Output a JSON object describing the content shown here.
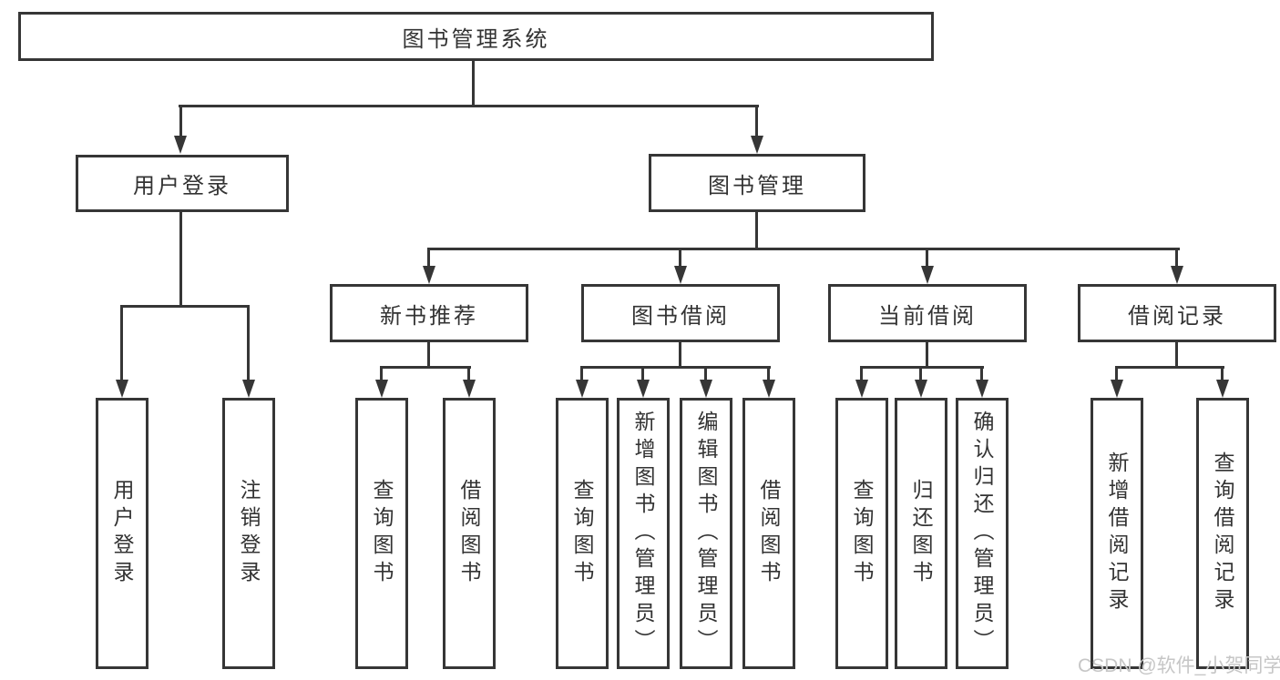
{
  "diagram": {
    "title": "图书管理系统",
    "root": {
      "label": "图书管理系统"
    },
    "level1": [
      {
        "id": "user-login",
        "label": "用户登录"
      },
      {
        "id": "book-management",
        "label": "图书管理"
      }
    ],
    "level2": [
      {
        "id": "new-book-recommend",
        "label": "新书推荐"
      },
      {
        "id": "book-borrow",
        "label": "图书借阅"
      },
      {
        "id": "current-borrow",
        "label": "当前借阅"
      },
      {
        "id": "borrow-records",
        "label": "借阅记录"
      }
    ],
    "leaves": {
      "user_login": [
        "用户登录",
        "注销登录"
      ],
      "new_book_recommend": [
        "查询图书",
        "借阅图书"
      ],
      "book_borrow": [
        "查询图书",
        "新增图书（管理员）",
        "编辑图书（管理员）",
        "借阅图书"
      ],
      "current_borrow": [
        "查询图书",
        "归还图书",
        "确认归还（管理员）"
      ],
      "borrow_records": [
        "新增借阅记录",
        "查询借阅记录"
      ]
    }
  },
  "watermark": {
    "text": "CSDN @软件_小贺同学"
  },
  "colors": {
    "line": "#363636",
    "box_border": "#363636",
    "text": "#333333",
    "watermark": "#c6c6c6",
    "background": "#ffffff"
  }
}
